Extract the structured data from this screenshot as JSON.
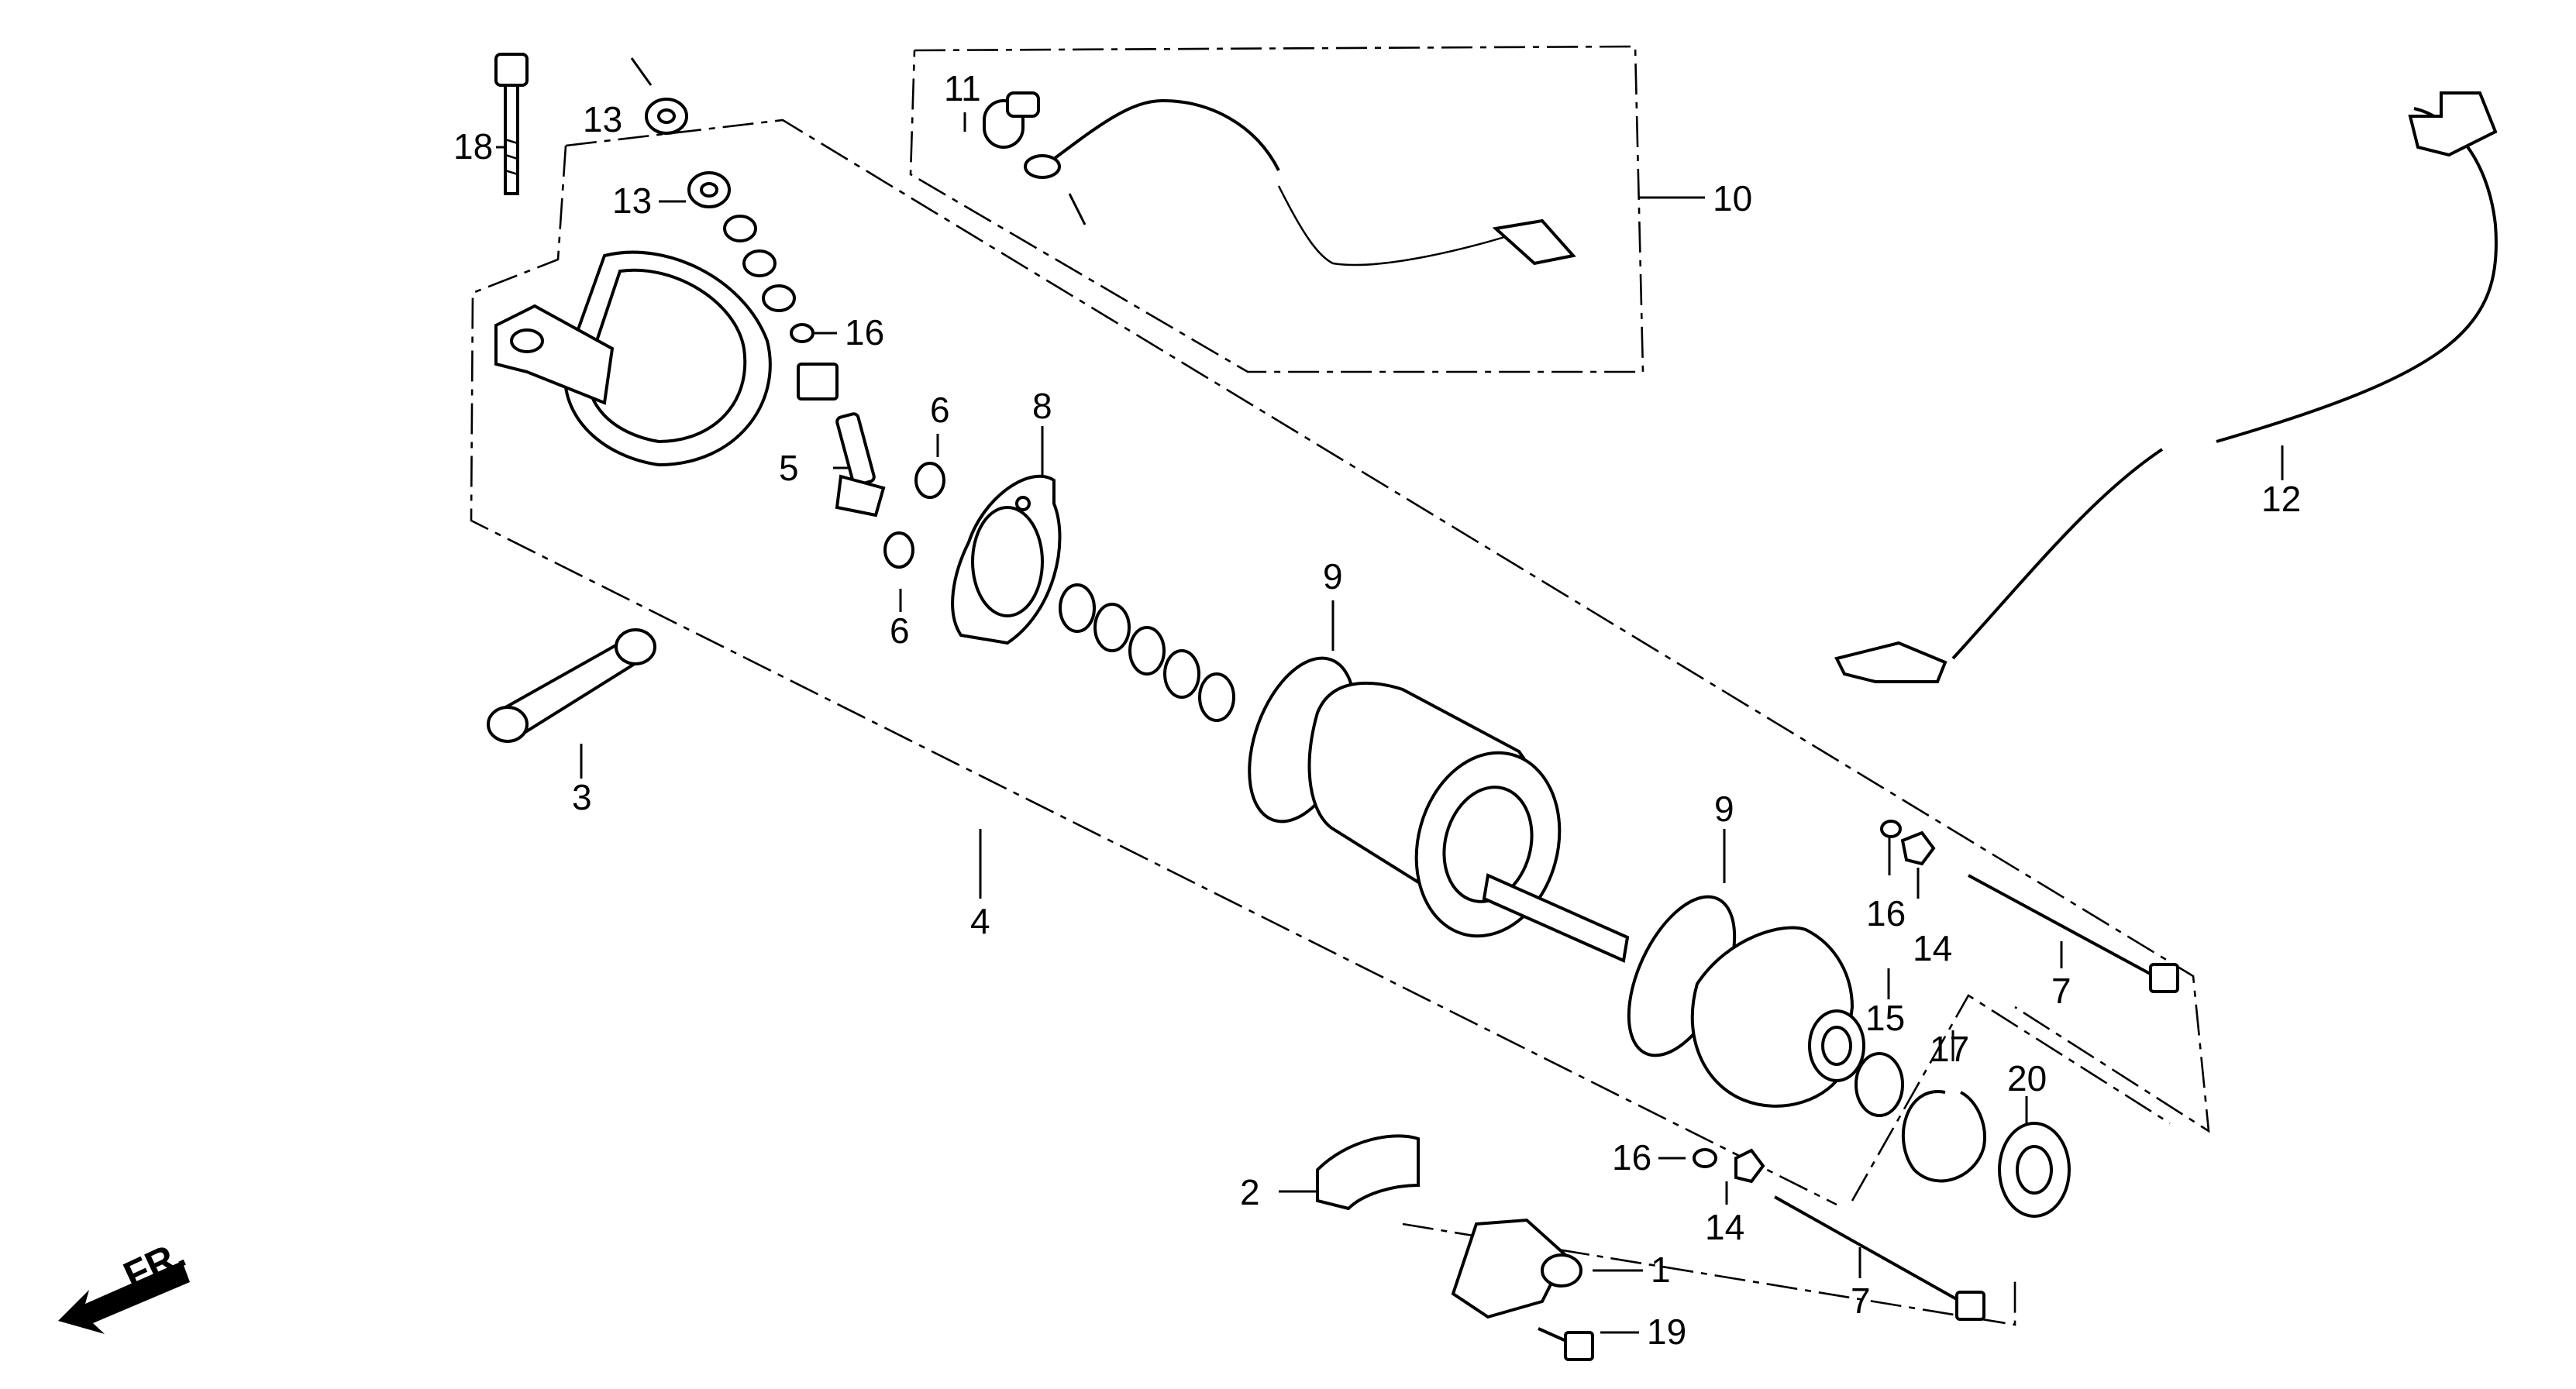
{
  "diagram": {
    "labels": {
      "p1": "1",
      "p2": "2",
      "p3": "3",
      "p4": "4",
      "p5": "5",
      "p6a": "6",
      "p6b": "6",
      "p7a": "7",
      "p7b": "7",
      "p8": "8",
      "p9a": "9",
      "p9b": "9",
      "p10": "10",
      "p11": "11",
      "p12": "12",
      "p13a": "13",
      "p13b": "13",
      "p14a": "14",
      "p14b": "14",
      "p15": "15",
      "p16a": "16",
      "p16b": "16",
      "p16c": "16",
      "p17": "17",
      "p18": "18",
      "p19": "19",
      "p20": "20"
    },
    "front_indicator": "FR."
  }
}
